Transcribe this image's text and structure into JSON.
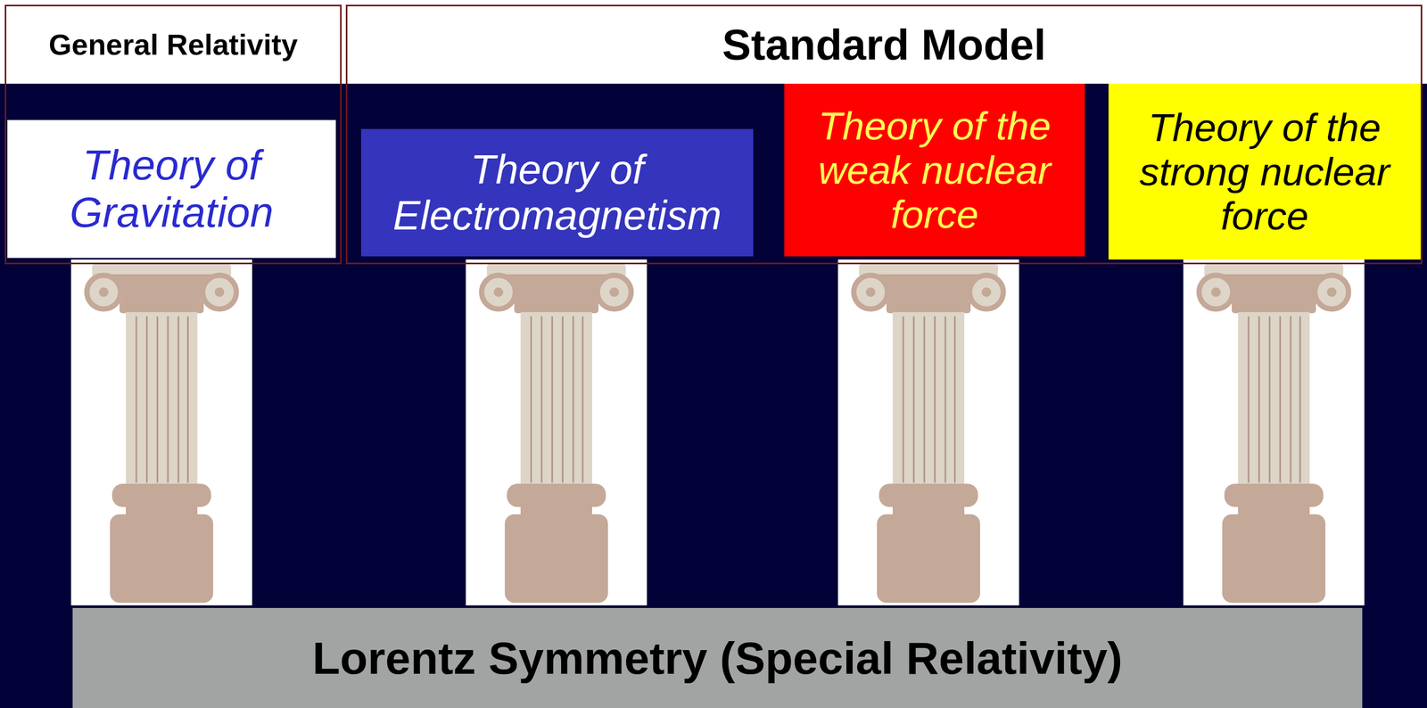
{
  "diagram": {
    "nodes": [
      {
        "text": [
          "General Relativity"
        ]
      },
      {
        "text": [
          "Theory of Gravitation"
        ],
        "in": 0
      },
      {
        "text": [
          "Standard Model"
        ]
      },
      {
        "text": [
          "Theory of Electromagnetism"
        ],
        "in": 2
      },
      {
        "text": [
          "Theory of the weak nuclear force"
        ],
        "in": 2
      },
      {
        "text": [
          "Theory of the strong nuclear force"
        ],
        "in": 2
      },
      {
        "text": [
          "Lorentz Symmetry (Special Relativity)"
        ]
      }
    ]
  }
}
